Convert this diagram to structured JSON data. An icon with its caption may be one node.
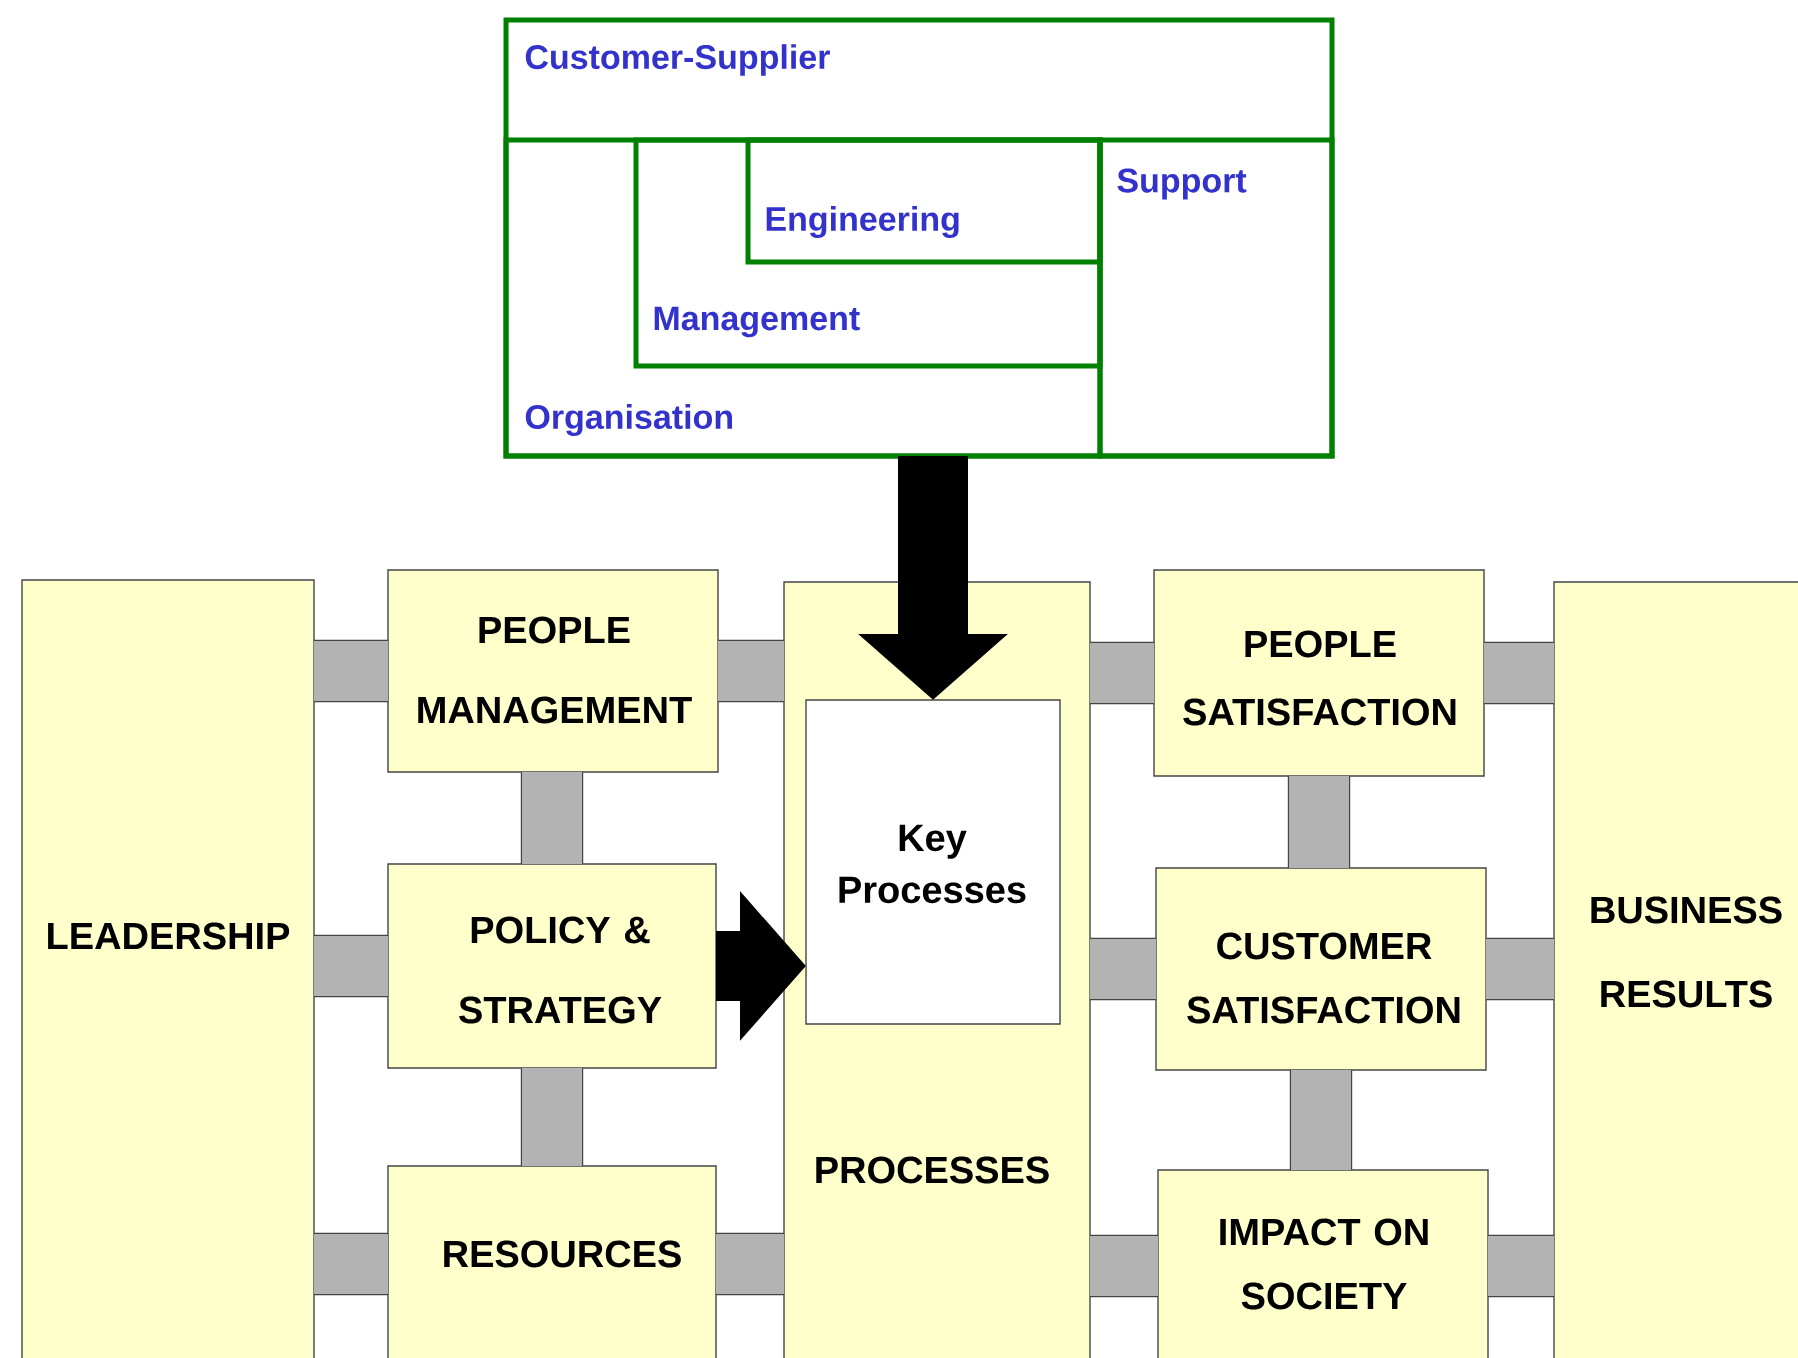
{
  "diagram": {
    "nodes": [
      {
        "text": [
          "Customer-Supplier"
        ]
      },
      {
        "text": [
          "Organisation"
        ],
        "in": 0
      },
      {
        "text": [
          "Management"
        ],
        "in": 1
      },
      {
        "text": [
          "Engineering"
        ],
        "in": 2
      },
      {
        "text": [
          "Support"
        ],
        "in": 0
      },
      {
        "text": [
          "LEADERSHIP"
        ]
      },
      {
        "text": [
          "PEOPLE MANAGEMENT"
        ]
      },
      {
        "text": [
          "POLICY & STRATEGY"
        ]
      },
      {
        "text": [
          "RESOURCES"
        ]
      },
      {
        "text": [
          "PROCESSES"
        ]
      },
      {
        "text": [
          "Key Processes"
        ],
        "in": 9
      },
      {
        "text": [
          "PEOPLE SATISFACTION"
        ]
      },
      {
        "text": [
          "CUSTOMER SATISFACTION"
        ]
      },
      {
        "text": [
          "IMPACT ON SOCIETY"
        ]
      },
      {
        "text": [
          "BUSINESS RESULTS"
        ]
      }
    ],
    "edges": [
      {
        "from": 1,
        "to": 10,
        "arrow": "to",
        "color": "#000000"
      },
      {
        "from": 5,
        "to": 6,
        "arrow": "none"
      },
      {
        "from": 5,
        "to": 7,
        "arrow": "none"
      },
      {
        "from": 5,
        "to": 8,
        "arrow": "none"
      },
      {
        "from": 6,
        "to": 7,
        "arrow": "none"
      },
      {
        "from": 7,
        "to": 8,
        "arrow": "none"
      },
      {
        "from": 6,
        "to": 9,
        "arrow": "none"
      },
      {
        "from": 7,
        "to": 10,
        "arrow": "to",
        "color": "#000000"
      },
      {
        "from": 8,
        "to": 9,
        "arrow": "none"
      },
      {
        "from": 9,
        "to": 11,
        "arrow": "none"
      },
      {
        "from": 9,
        "to": 12,
        "arrow": "none"
      },
      {
        "from": 9,
        "to": 13,
        "arrow": "none"
      },
      {
        "from": 11,
        "to": 12,
        "arrow": "none"
      },
      {
        "from": 12,
        "to": 13,
        "arrow": "none"
      },
      {
        "from": 11,
        "to": 14,
        "arrow": "none"
      },
      {
        "from": 12,
        "to": 14,
        "arrow": "none"
      },
      {
        "from": 13,
        "to": 14,
        "arrow": "none"
      }
    ]
  }
}
